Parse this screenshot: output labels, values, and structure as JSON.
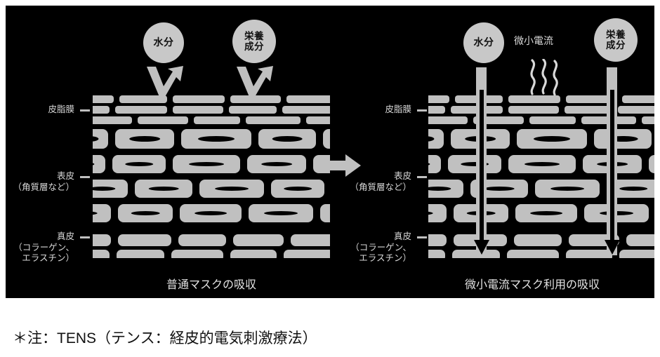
{
  "figure": {
    "background_color": "#000000",
    "element_color": "#c0c0c0",
    "text_color": "#d8d8d8"
  },
  "left_panel": {
    "caption": "普通マスクの吸収",
    "bubbles": [
      {
        "name": "moisture",
        "lines": [
          "水分"
        ]
      },
      {
        "name": "nutrient",
        "lines": [
          "栄養",
          "成分"
        ]
      }
    ],
    "layer_labels": [
      {
        "name": "sebum-film",
        "lines": [
          "皮脂膜"
        ]
      },
      {
        "name": "epidermis",
        "lines": [
          "表皮",
          "（角質層など）"
        ]
      },
      {
        "name": "dermis",
        "lines": [
          "真皮",
          "（コラーゲン、",
          "エラスチン）"
        ]
      }
    ]
  },
  "right_panel": {
    "caption": "微小電流マスク利用の吸収",
    "current_label": "微小電流",
    "bubbles": [
      {
        "name": "moisture",
        "lines": [
          "水分"
        ]
      },
      {
        "name": "nutrient",
        "lines": [
          "栄養",
          "成分"
        ]
      }
    ],
    "layer_labels": [
      {
        "name": "sebum-film",
        "lines": [
          "皮脂膜"
        ]
      },
      {
        "name": "epidermis",
        "lines": [
          "表皮",
          "（角質層など）"
        ]
      },
      {
        "name": "dermis",
        "lines": [
          "真皮",
          "（コラーゲン、",
          "エラスチン）"
        ]
      }
    ]
  },
  "footnote": "＊注：TENS（テンス：経皮的電気刺激療法）"
}
